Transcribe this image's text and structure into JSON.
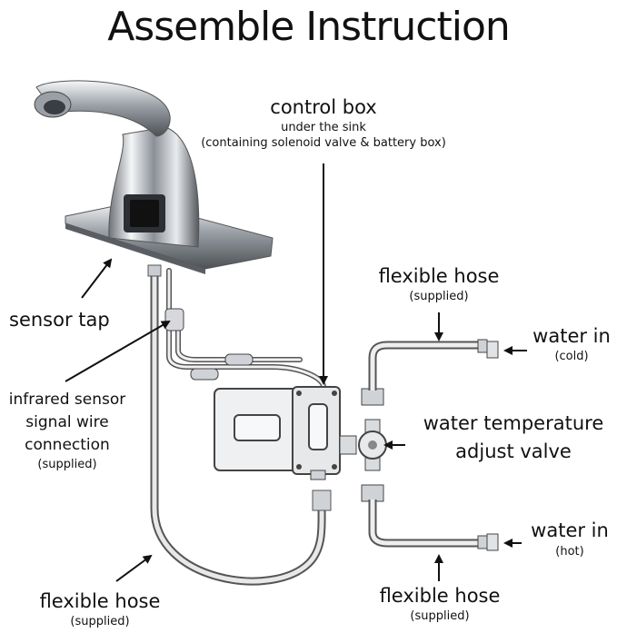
{
  "title": "Assemble Instruction",
  "control_box": {
    "label": "control box",
    "sub1": "under the sink",
    "sub2": "(containing solenoid valve & battery box)"
  },
  "sensor_tap": {
    "label": "sensor tap"
  },
  "infrared": {
    "line1": "infrared sensor",
    "line2": "signal wire",
    "line3": "connection",
    "sub": "(supplied)"
  },
  "hose_top": {
    "label": "flexible hose",
    "sub": "(supplied)"
  },
  "water_cold": {
    "label": "water in",
    "sub": "(cold)"
  },
  "temp_valve": {
    "line1": "water temperature",
    "line2": "adjust valve"
  },
  "water_hot": {
    "label": "water in",
    "sub": "(hot)"
  },
  "hose_bottom_left": {
    "label": "flexible hose",
    "sub": "(supplied)"
  },
  "hose_bottom_right": {
    "label": "flexible hose",
    "sub": "(supplied)"
  }
}
